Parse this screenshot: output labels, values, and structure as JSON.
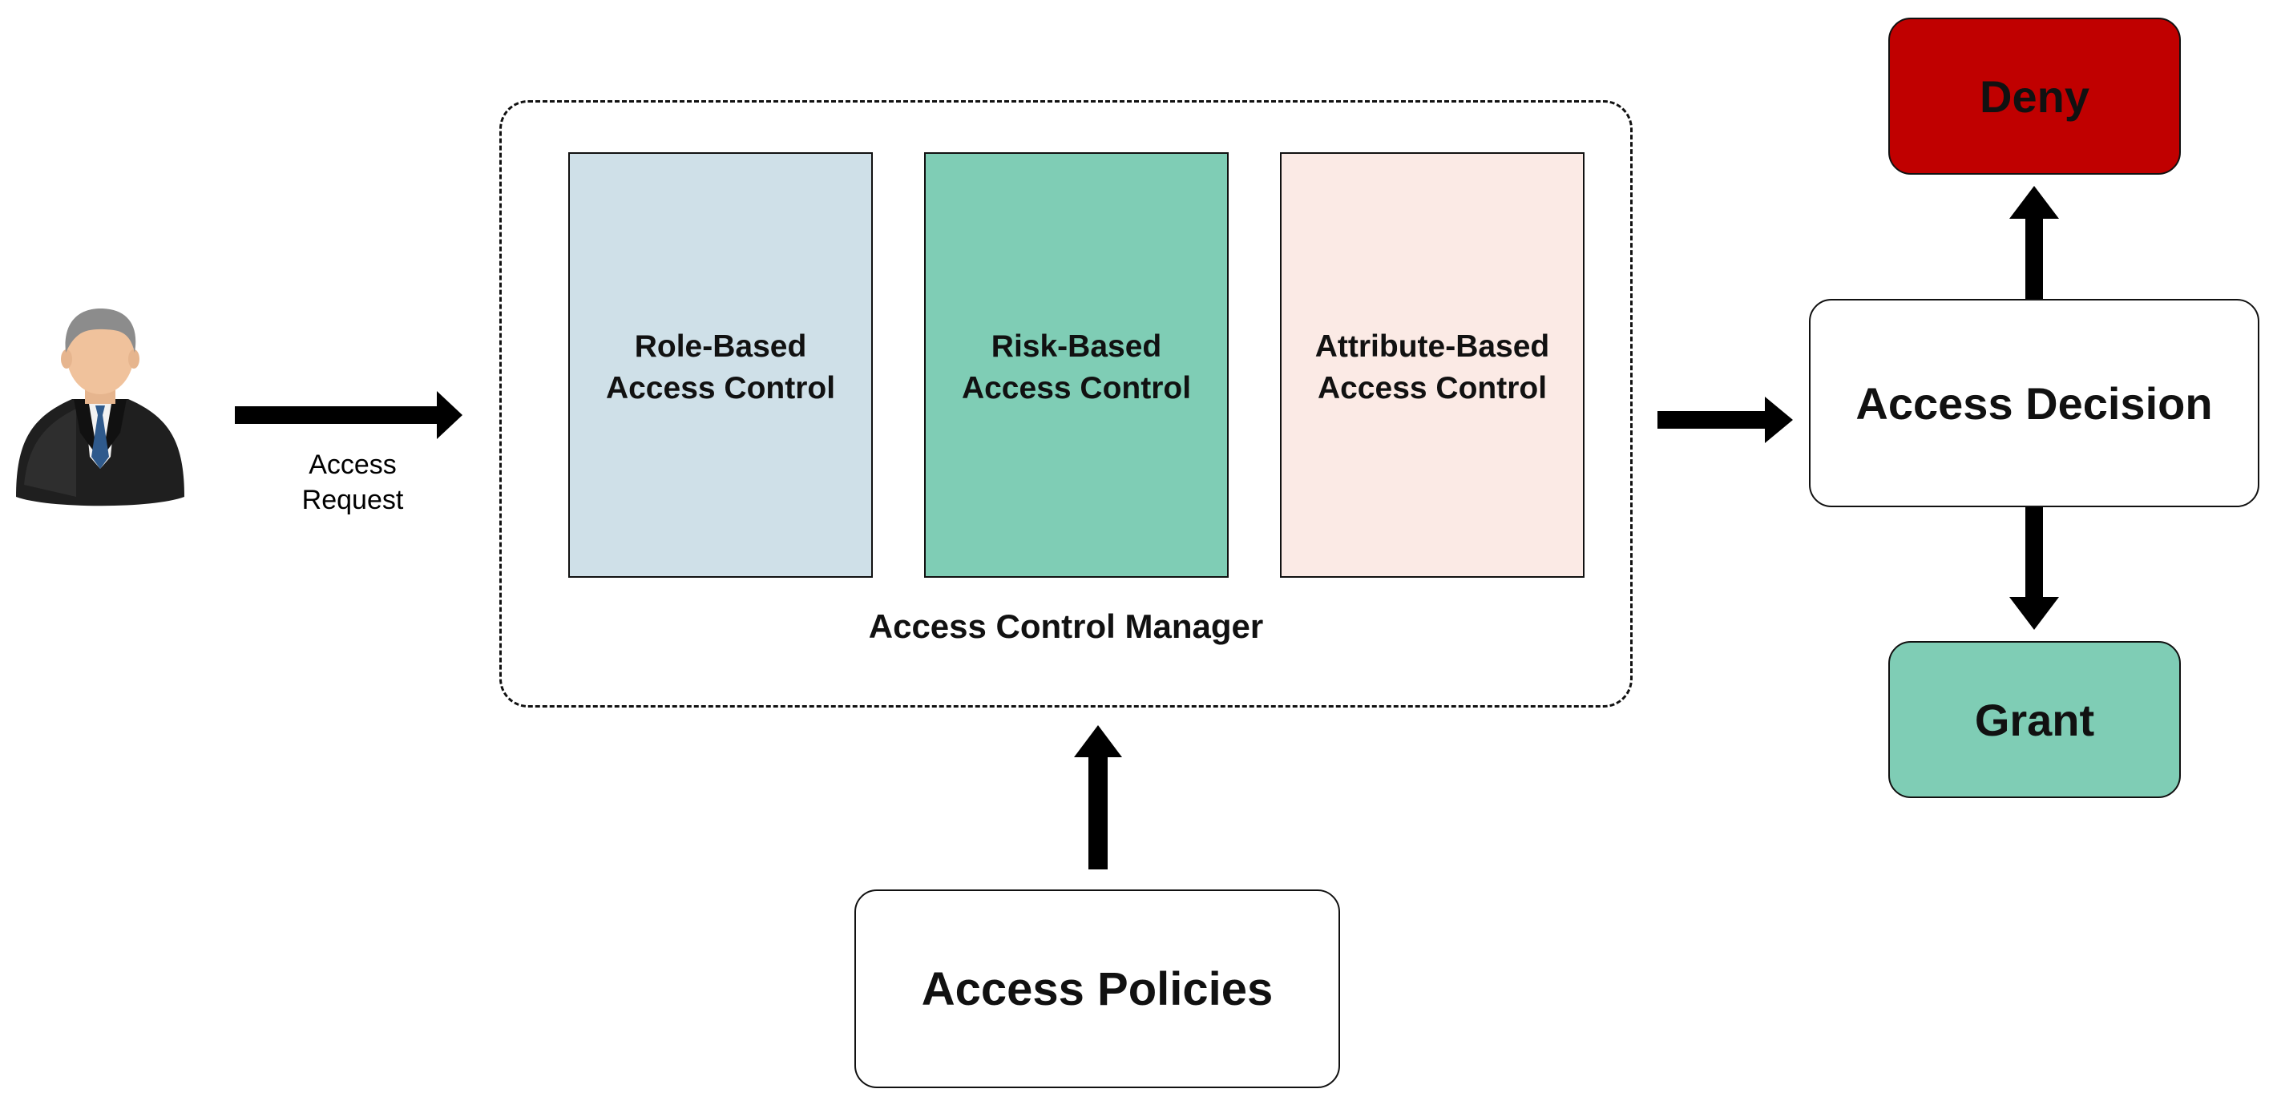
{
  "user": {
    "icon": "businessman-icon",
    "request_label_line1": "Access",
    "request_label_line2": "Request"
  },
  "manager": {
    "label": "Access Control Manager",
    "methods": [
      {
        "line1": "Role-Based",
        "line2": "Access Control",
        "color": "#cfe0e8"
      },
      {
        "line1": "Risk-Based",
        "line2": "Access Control",
        "color": "#7fcdb5"
      },
      {
        "line1": "Attribute-Based",
        "line2": "Access Control",
        "color": "#fbeae5"
      }
    ]
  },
  "policies": {
    "label": "Access Policies"
  },
  "decision": {
    "label": "Access Decision"
  },
  "deny": {
    "label": "Deny",
    "color": "#c00000"
  },
  "grant": {
    "label": "Grant",
    "color": "#7fcdb5"
  }
}
